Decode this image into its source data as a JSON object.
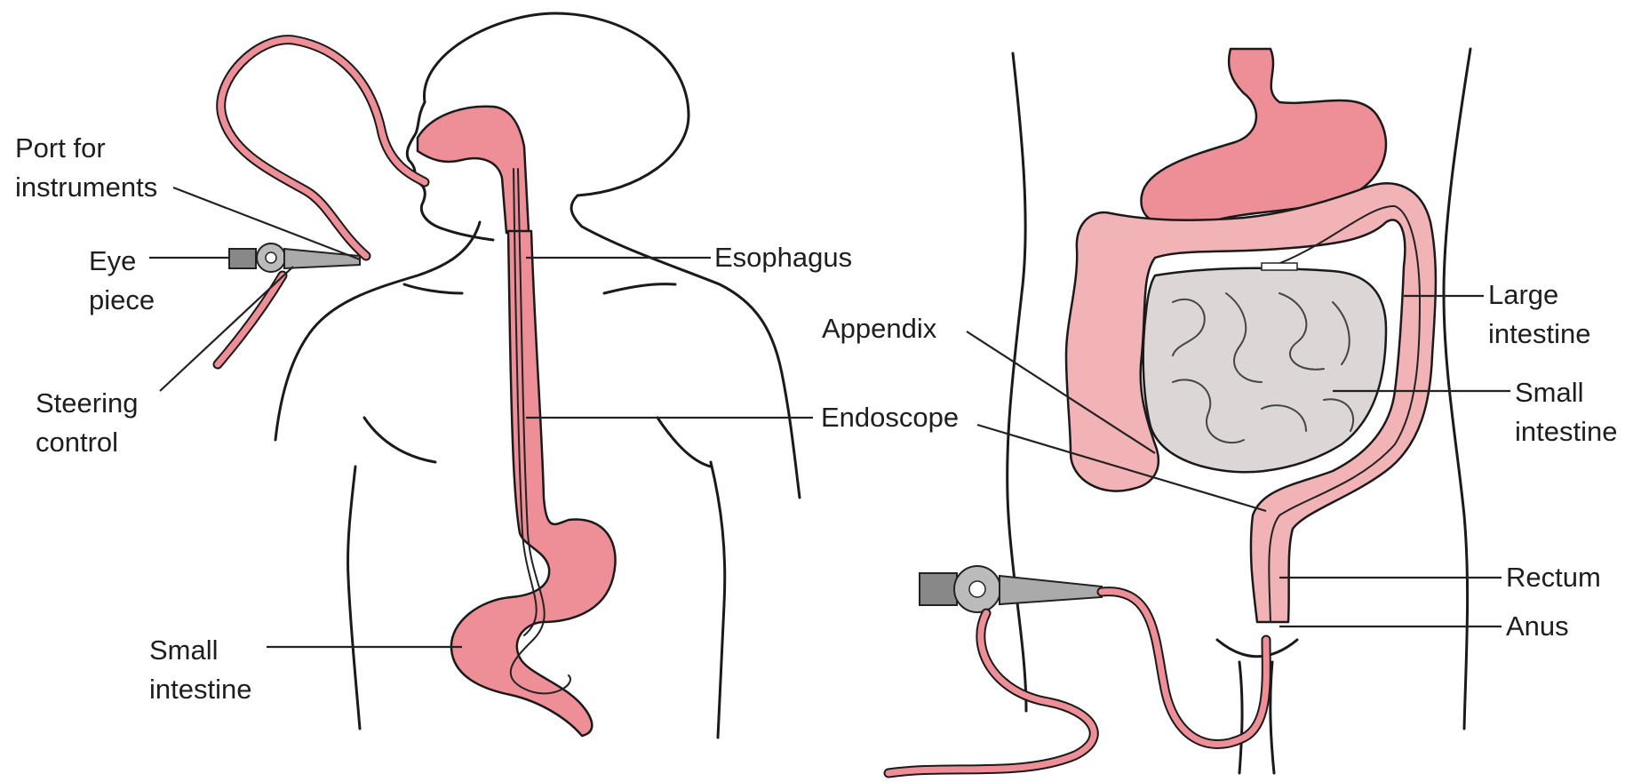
{
  "colors": {
    "organ_pink": "#ee8e96",
    "organ_light": "#f2b3b6",
    "small_intestine_gray": "#ddd6d6",
    "outline": "#1a1a1a",
    "label_text": "#1e1e1e"
  },
  "left_panel": {
    "labels": {
      "port_for_instruments": [
        "Port for",
        "instruments"
      ],
      "eye_piece": [
        "Eye",
        "piece"
      ],
      "steering_control": [
        "Steering",
        "control"
      ],
      "esophagus": "Esophagus",
      "endoscope": "Endoscope",
      "small_intestine": [
        "Small",
        "intestine"
      ]
    }
  },
  "right_panel": {
    "labels": {
      "appendix": "Appendix",
      "large_intestine": [
        "Large",
        "intestine"
      ],
      "small_intestine": [
        "Small",
        "intestine"
      ],
      "rectum": "Rectum",
      "anus": "Anus"
    }
  }
}
